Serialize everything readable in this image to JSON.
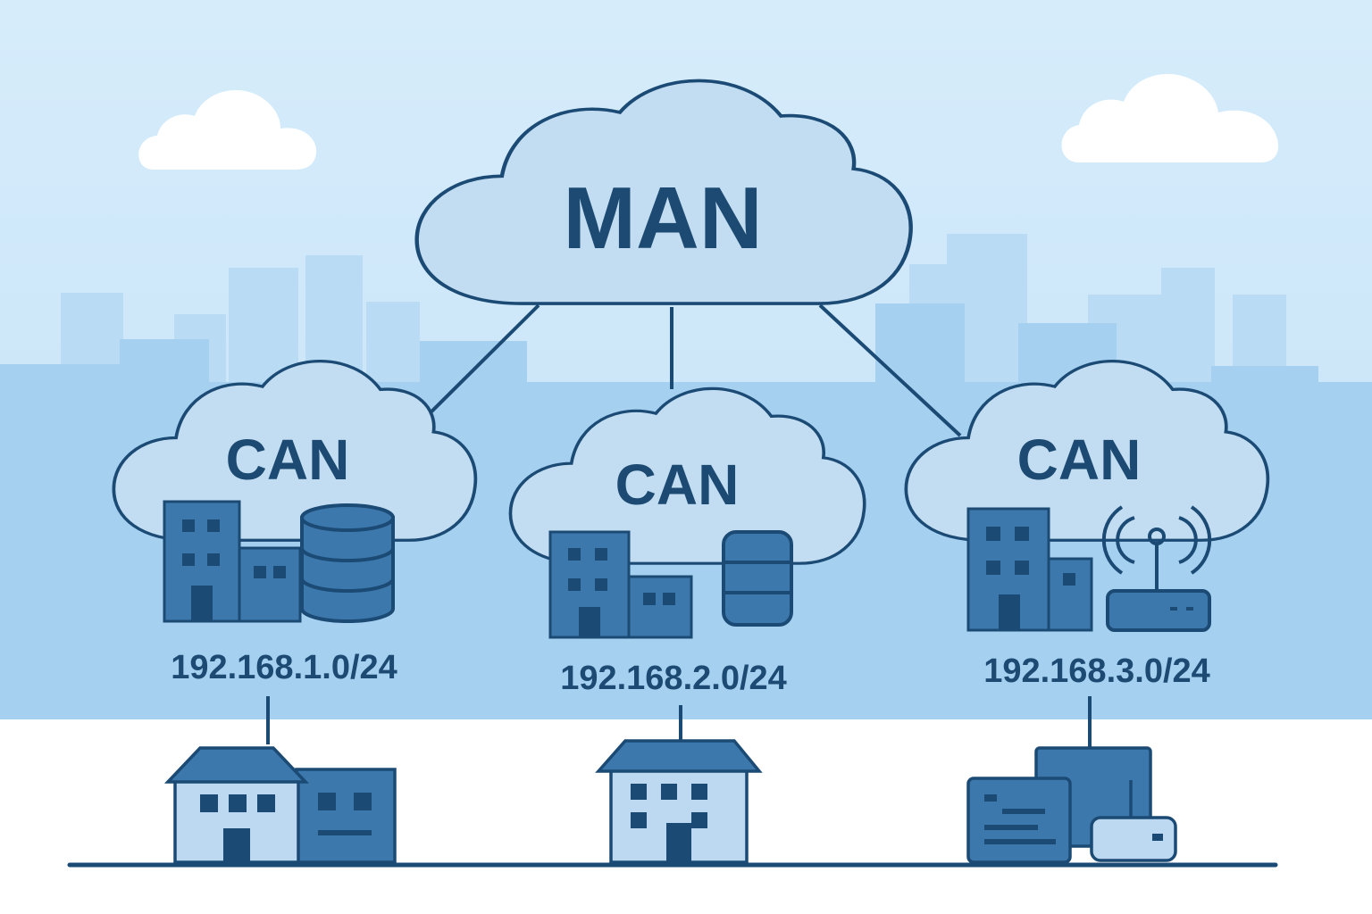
{
  "colors": {
    "sky_top": "#d6ecfb",
    "sky_bottom": "#c4e2f7",
    "skyline_far": "#b9dbf4",
    "skyline_near": "#a6d0f0",
    "ground": "#ffffff",
    "outline": "#1b4a74",
    "cloud_fill": "#c2ddf1",
    "building_dark": "#3d78ad",
    "building_light": "#bcd9f1",
    "label": "#1c4a72"
  },
  "diagram": {
    "man_cloud": {
      "label": "MAN"
    },
    "can_networks": [
      {
        "label": "CAN",
        "subnet": "192.168.1.0/24",
        "device": "database-icon",
        "site": "campus-building-pair"
      },
      {
        "label": "CAN",
        "subnet": "192.168.2.0/24",
        "device": "database-icon",
        "site": "campus-building"
      },
      {
        "label": "CAN",
        "subnet": "192.168.3.0/24",
        "device": "wireless-router-icon",
        "site": "server-equipment"
      }
    ]
  }
}
